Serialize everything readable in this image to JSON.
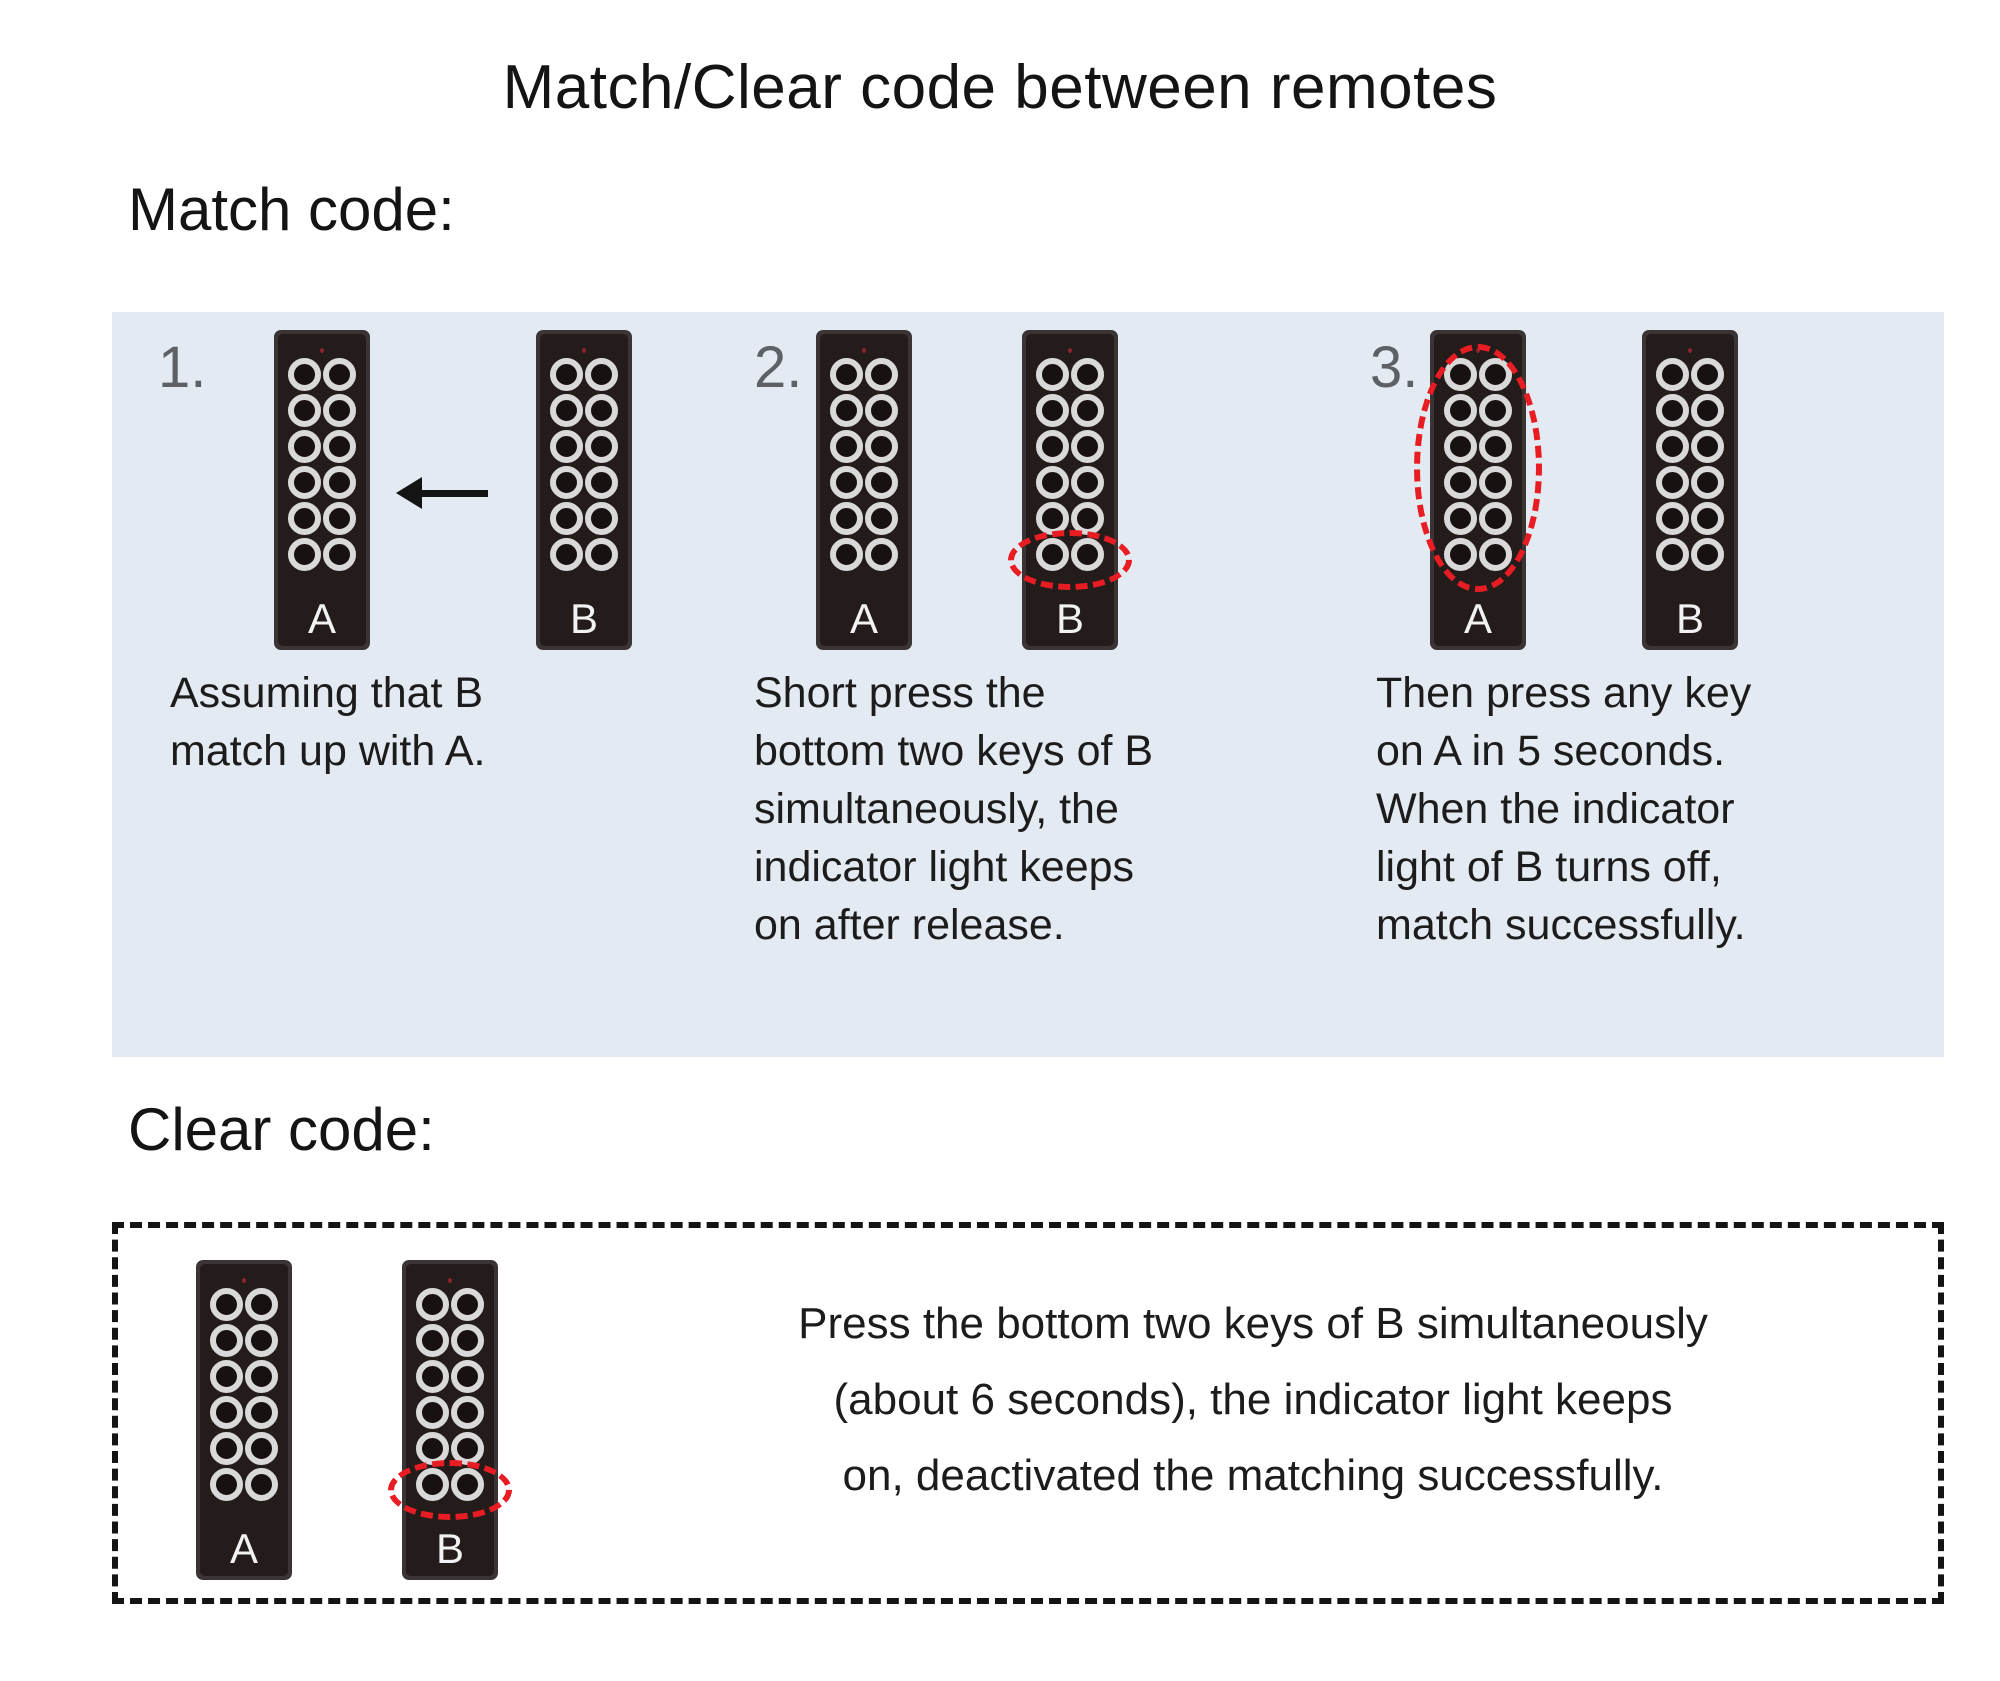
{
  "page": {
    "title": "Match/Clear code between remotes",
    "background_color": "#ffffff"
  },
  "colors": {
    "panel_background": "#e3eaf2",
    "remote_body": "#241b1b",
    "remote_bezel": "#3a3434",
    "key_ring": "#d9d9d9",
    "highlight_red": "#e71d23",
    "led_red": "#8d2430",
    "text": "#1c1c1c",
    "step_number": "#5d6166"
  },
  "match_section": {
    "heading": "Match code:",
    "steps": [
      {
        "number": "1.",
        "caption": "Assuming that B\nmatch up with A.",
        "remotes": [
          {
            "label": "A",
            "highlight": "none"
          },
          {
            "label": "B",
            "highlight": "none"
          }
        ],
        "arrow": {
          "direction": "left",
          "icon": "arrow-left-icon"
        }
      },
      {
        "number": "2.",
        "caption": "Short press the\nbottom two keys of B\nsimultaneously, the\nindicator light keeps\non after release.",
        "remotes": [
          {
            "label": "A",
            "highlight": "none"
          },
          {
            "label": "B",
            "highlight": "bottom-row"
          }
        ],
        "arrow": null
      },
      {
        "number": "3.",
        "caption": "Then press any key\non A in 5 seconds.\nWhen the indicator\nlight of B turns off,\nmatch successfully.",
        "remotes": [
          {
            "label": "A",
            "highlight": "all-keys"
          },
          {
            "label": "B",
            "highlight": "none"
          }
        ],
        "arrow": null
      }
    ]
  },
  "clear_section": {
    "heading": "Clear code:",
    "remotes": [
      {
        "label": "A",
        "highlight": "none"
      },
      {
        "label": "B",
        "highlight": "bottom-row"
      }
    ],
    "text": "Press the bottom two keys of B simultaneously\n(about 6 seconds), the indicator light keeps\non, deactivated the matching successfully."
  },
  "remote_spec": {
    "key_rows": 6,
    "key_columns": 2,
    "total_keys": 12,
    "indicator": "led-indicator"
  }
}
